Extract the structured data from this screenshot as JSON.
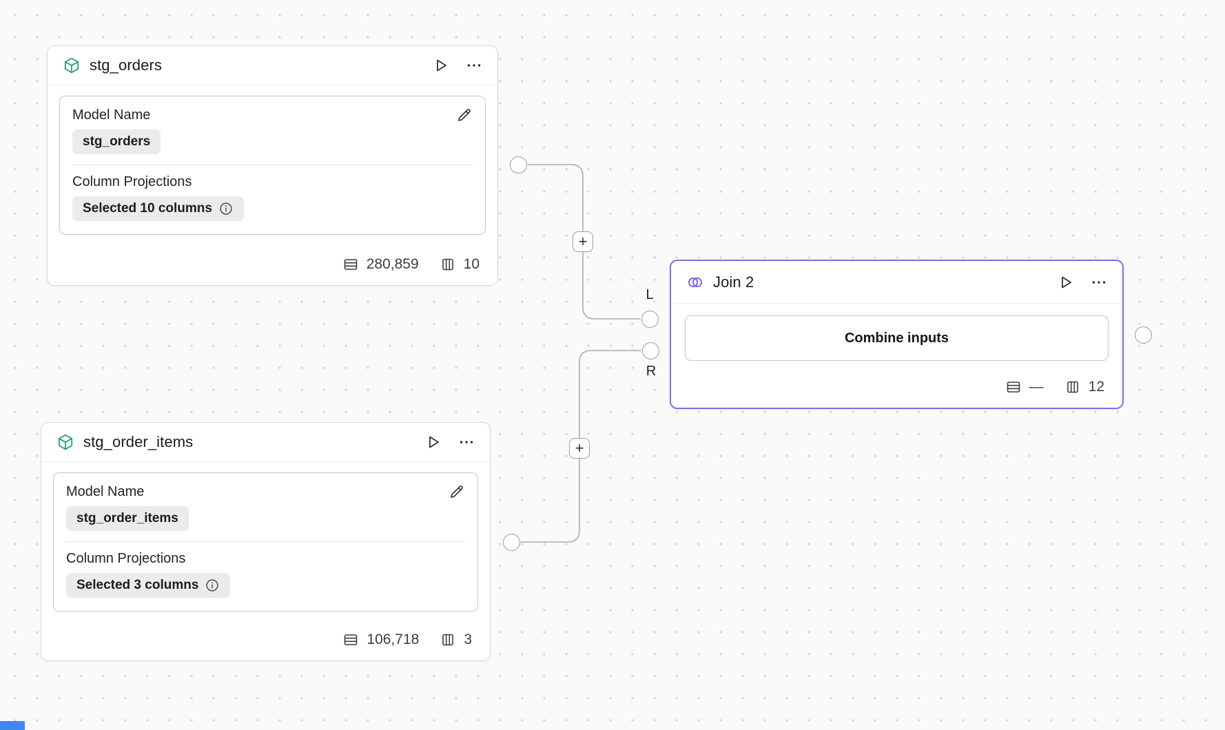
{
  "canvas": {
    "background_color": "#fafafa",
    "dot_color": "#d6d6d6"
  },
  "colors": {
    "node_border": "#d8d8d8",
    "join_border": "#7a6fe6",
    "edge_color": "#b5b5b5",
    "green_icon": "#1f9d63",
    "purple_icon": "#6e63e6",
    "badge_bg": "#ebebeb",
    "selection_blue": "#4285f4"
  },
  "nodes": [
    {
      "id": "stg_orders",
      "title": "stg_orders",
      "fields": {
        "model_name_label": "Model Name",
        "model_name_value": "stg_orders",
        "projections_label": "Column Projections",
        "projections_value": "Selected 10 columns"
      },
      "stats": {
        "rows": "280,859",
        "columns": "10"
      }
    },
    {
      "id": "stg_order_items",
      "title": "stg_order_items",
      "fields": {
        "model_name_label": "Model Name",
        "model_name_value": "stg_order_items",
        "projections_label": "Column Projections",
        "projections_value": "Selected 3 columns"
      },
      "stats": {
        "rows": "106,718",
        "columns": "3"
      }
    },
    {
      "id": "join2",
      "title": "Join 2",
      "body_label": "Combine inputs",
      "stats": {
        "rows": "—",
        "columns": "12"
      }
    }
  ],
  "edges": {
    "left_port_label": "L",
    "right_port_label": "R",
    "add_button_label": "+"
  }
}
